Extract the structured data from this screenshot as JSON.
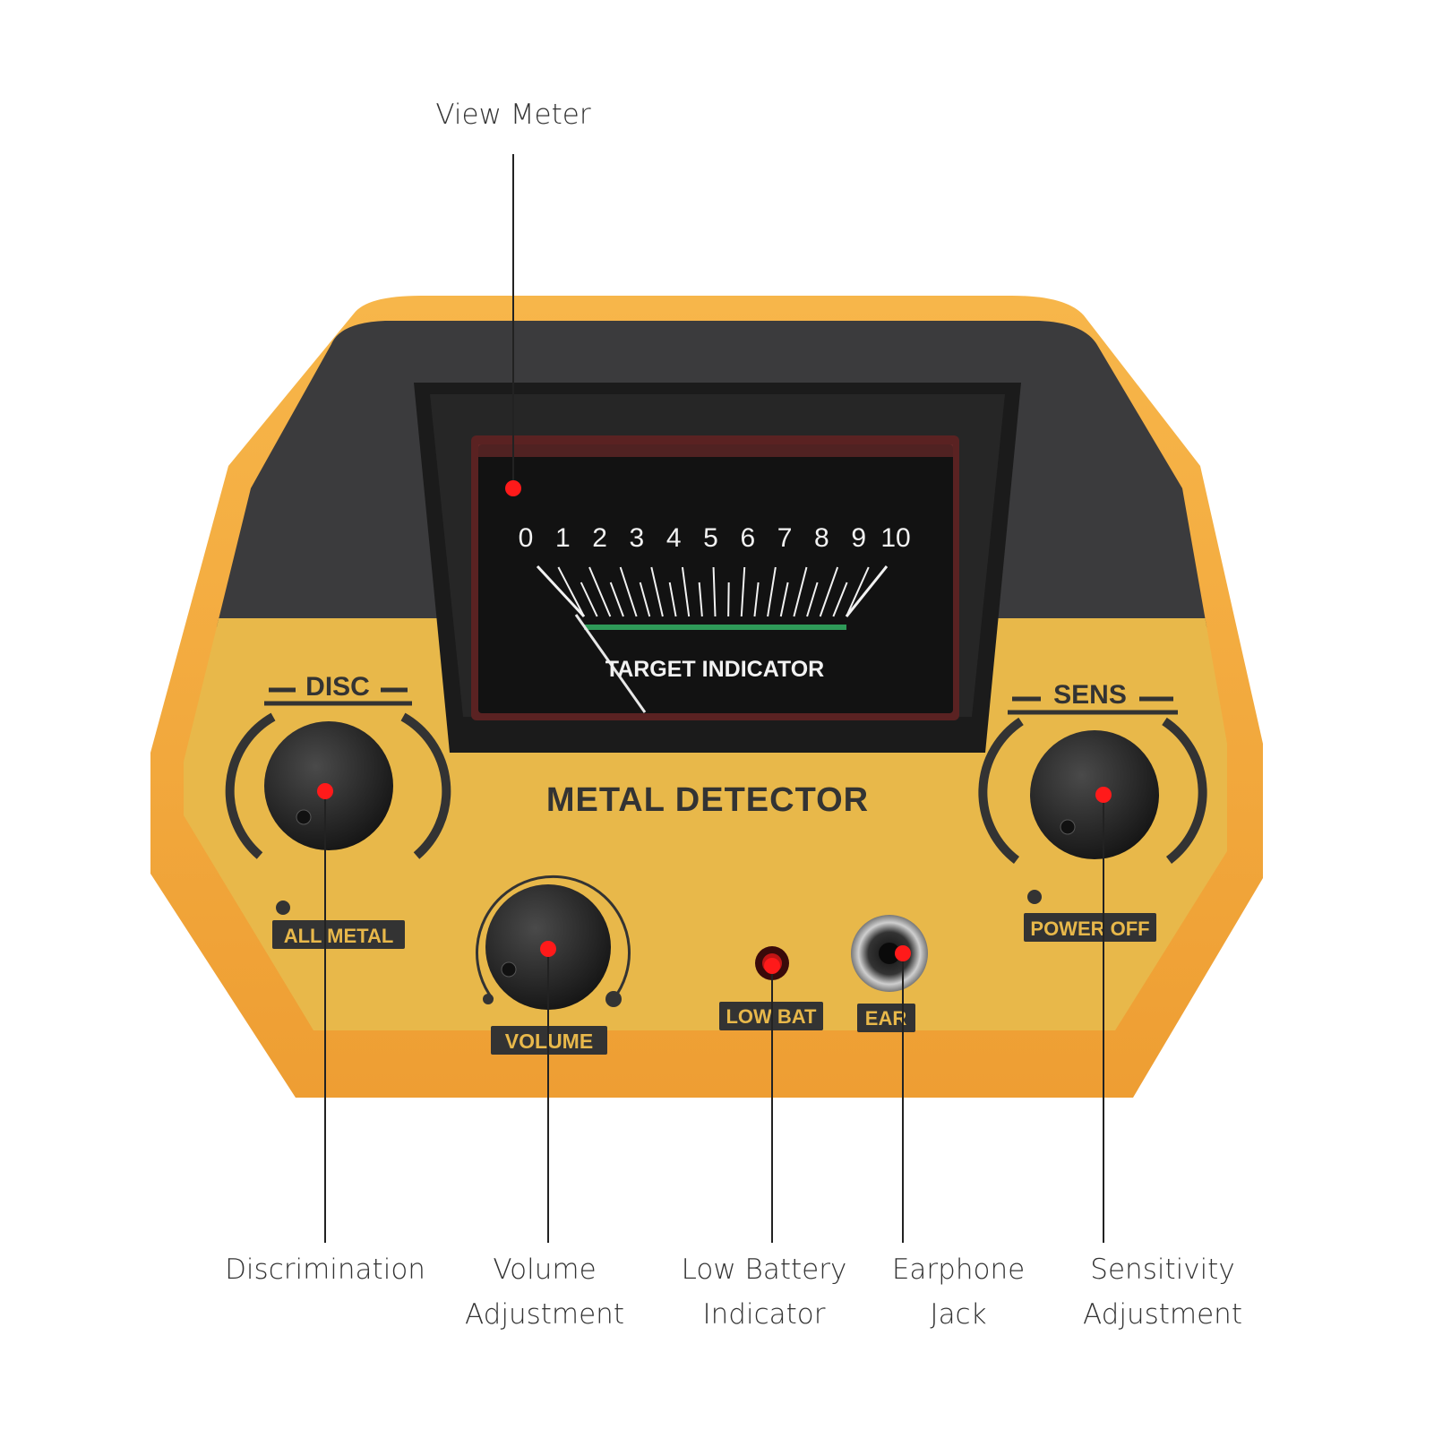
{
  "callouts": {
    "view_meter": "View Meter",
    "discrimination": "Discrimination",
    "volume": [
      "Volume",
      "Adjustment"
    ],
    "low_battery": [
      "Low Battery",
      "Indicator"
    ],
    "earphone": [
      "Earphone",
      "Jack"
    ],
    "sensitivity": [
      "Sensitivity",
      "Adjustment"
    ]
  },
  "device": {
    "brand_text": "METAL DETECTOR",
    "meter": {
      "scale_labels": [
        "0",
        "1",
        "2",
        "3",
        "4",
        "5",
        "6",
        "7",
        "8",
        "9",
        "10"
      ],
      "caption": "TARGET INDICATOR"
    },
    "knobs": {
      "disc_label": "DISC",
      "disc_min_label": "ALL METAL",
      "sens_label": "SENS",
      "sens_min_label": "POWER OFF",
      "volume_label": "VOLUME"
    },
    "low_bat_label": "LOW BAT",
    "ear_label": "EAR"
  },
  "colors": {
    "body_orange": "#f2a63a",
    "panel_yellow": "#e9b94b",
    "dark_gray": "#3a3a3a",
    "meter_face": "#121212",
    "marker_red": "#ff1a1a",
    "meter_green": "#2e9a58",
    "label_text": "#333333"
  },
  "icons": [
    "knob-icon",
    "earphone-jack-icon",
    "led-icon",
    "marker-dot-icon"
  ]
}
